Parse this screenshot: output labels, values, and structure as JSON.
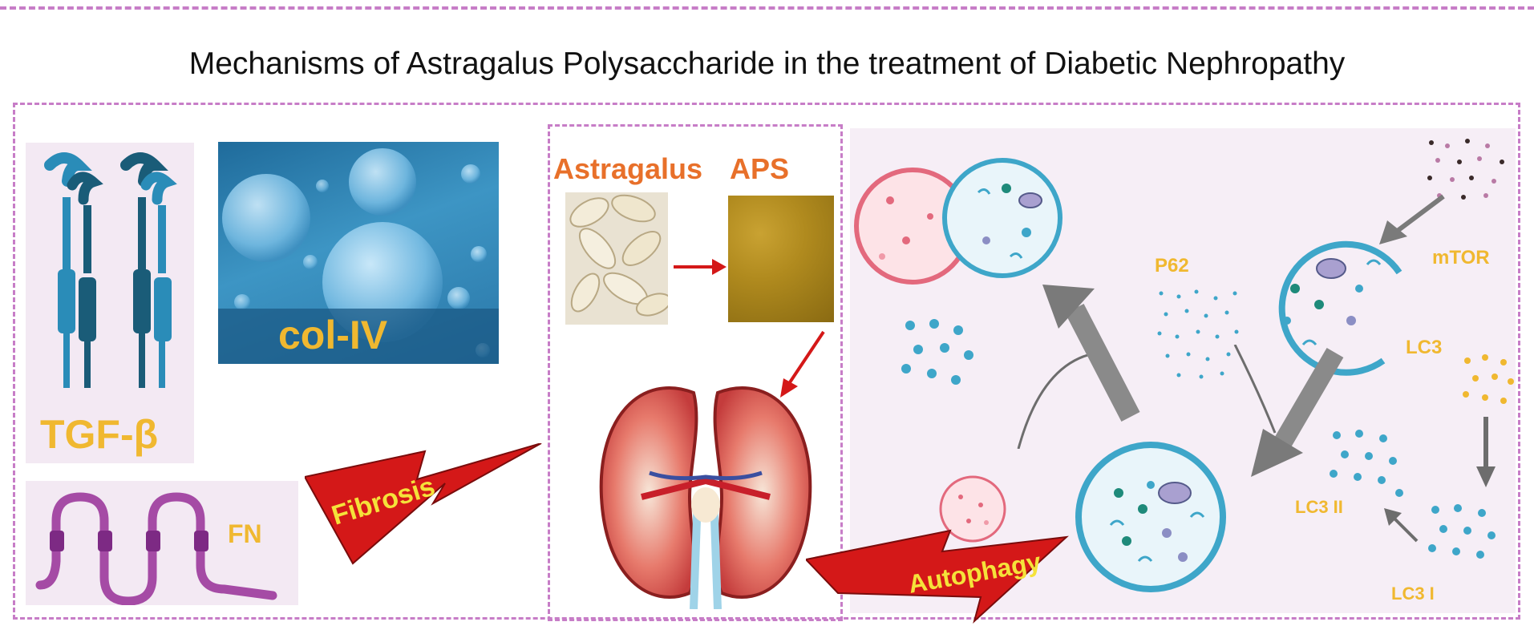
{
  "title": "Mechanisms of Astragalus Polysaccharide in the treatment of Diabetic Nephropathy",
  "left_panel": {
    "tgf_label": "TGF-β",
    "col_label": "col-IV",
    "fn_label": "FN",
    "fibrosis_label": "Fibrosis"
  },
  "middle_panel": {
    "astragalus_label": "Astragalus",
    "aps_label": "APS"
  },
  "right_panel": {
    "p62_label": "P62",
    "mtor_label": "mTOR",
    "lc3_label": "LC3",
    "lc3ii_label": "LC3 II",
    "lc3i_label": "LC3 I",
    "autophagy_label": "Autophagy"
  },
  "colors": {
    "dash_border": "#c77dc7",
    "label_orange": "#f0b830",
    "astragalus_orange": "#e8702a",
    "arrow_red": "#d41818",
    "bolt_text_yellow": "#f5e23a"
  }
}
